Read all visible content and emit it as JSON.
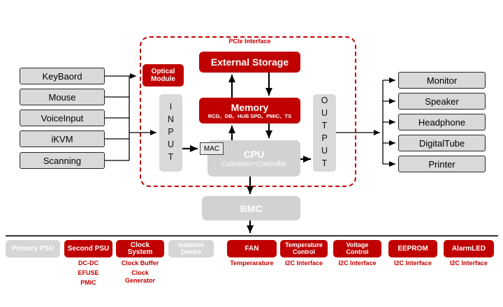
{
  "colors": {
    "accent_red": "#C00000",
    "box_gray": "#D9D9D9",
    "line_black": "#000000"
  },
  "left_devices": [
    "KeyBaord",
    "Mouse",
    "VoiceInput",
    "iKVM",
    "Scanning"
  ],
  "right_devices": [
    "Monitor",
    "Speaker",
    "Headphone",
    "DigitalTube",
    "Printer"
  ],
  "core": {
    "pcie_label": "PCIe Interface",
    "optical_module": "Optical Module",
    "external_storage": "External Storage",
    "input": "INPUT",
    "output": "OUTPUT",
    "memory_title": "Memory",
    "memory_subtitle": "RCD、DB、HUB SPD、PMIC、TS",
    "mac": "MAC",
    "cpu_title": "CPU",
    "cpu_subtitle": "Calculator+Controller",
    "bmc": "BMC"
  },
  "bottom_modules": [
    {
      "label": "Primary PSU",
      "variant": "gray",
      "sub": []
    },
    {
      "label": "Second PSU",
      "variant": "red",
      "sub": [
        "DC-DC",
        "EFUSE",
        "PMIC"
      ]
    },
    {
      "label": "Clock System",
      "variant": "red",
      "sub": [
        "Clock Buffer",
        "Clock Generator"
      ]
    },
    {
      "label": "Isolation Device",
      "variant": "gray",
      "sub": []
    },
    {
      "label": "FAN",
      "variant": "red",
      "sub": [
        "Temperarature"
      ]
    },
    {
      "label": "Temperature Control",
      "variant": "red",
      "sub": [
        "I2C Interface"
      ]
    },
    {
      "label": "Voltage Control",
      "variant": "red",
      "sub": [
        "I2C Interface"
      ]
    },
    {
      "label": "EEPROM",
      "variant": "red",
      "sub": [
        "I2C Interface"
      ]
    },
    {
      "label": "AlarmLED",
      "variant": "red",
      "sub": [
        "I2C Interface"
      ]
    }
  ]
}
